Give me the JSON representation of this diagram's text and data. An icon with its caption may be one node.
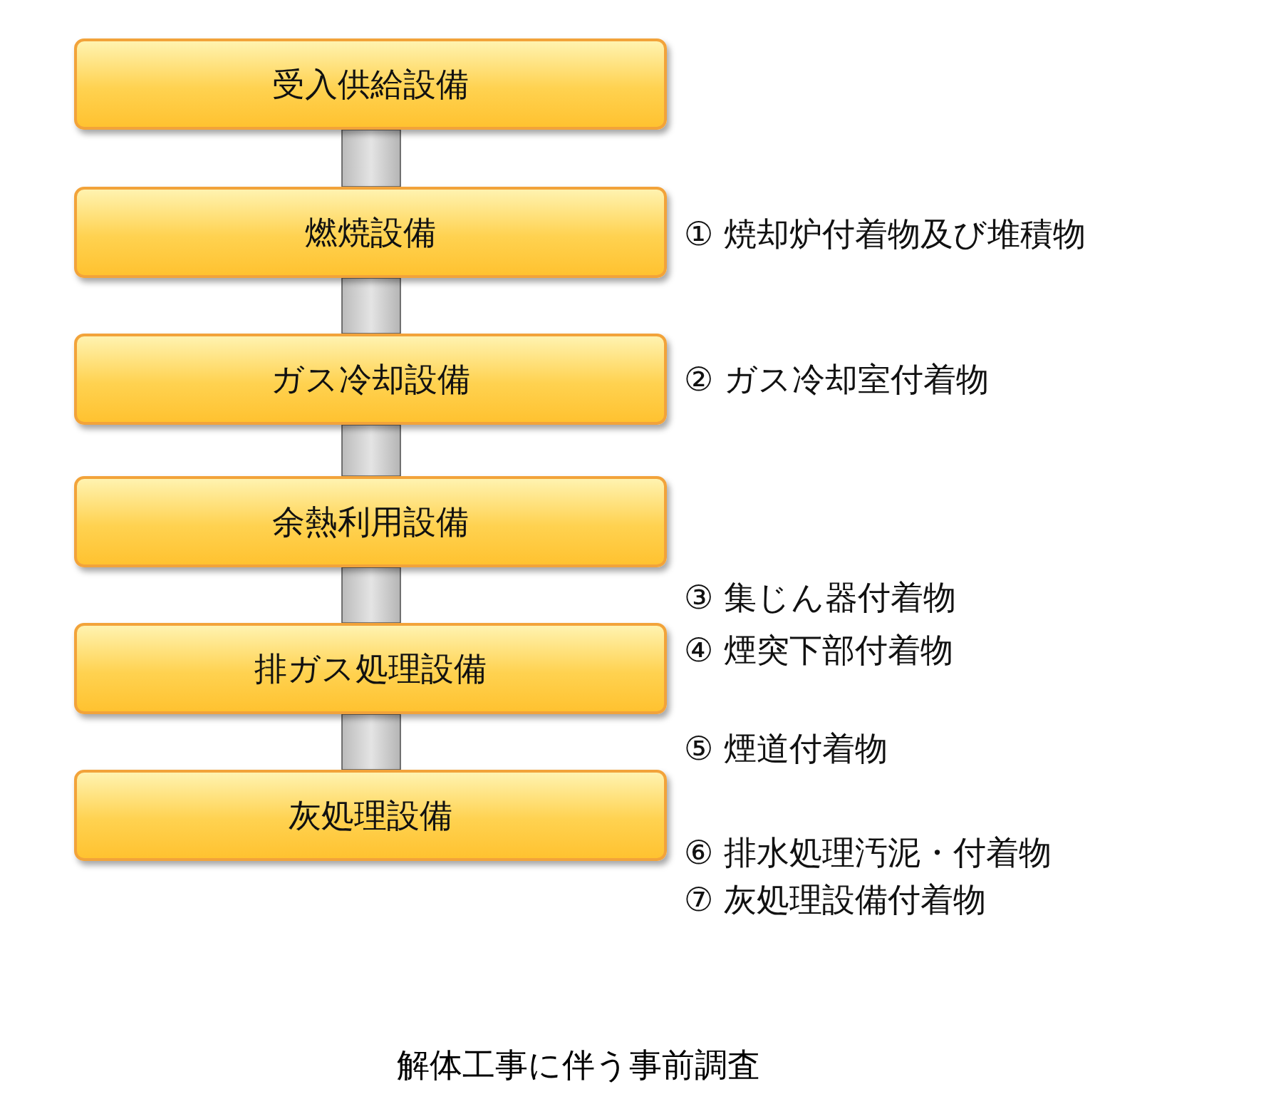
{
  "diagram": {
    "caption": "解体工事に伴う事前調査",
    "nodes": [
      {
        "text": [
          "受入供給設備"
        ]
      },
      {
        "text": [
          "燃焼設備"
        ]
      },
      {
        "text": [
          "ガス冷却設備"
        ]
      },
      {
        "text": [
          "余熱利用設備"
        ]
      },
      {
        "text": [
          "排ガス処理設備"
        ]
      },
      {
        "text": [
          "灰処理設備"
        ]
      }
    ],
    "edges": [
      {
        "from": 0,
        "to": 1,
        "arrow": "none"
      },
      {
        "from": 1,
        "to": 2,
        "arrow": "none"
      },
      {
        "from": 2,
        "to": 3,
        "arrow": "none"
      },
      {
        "from": 3,
        "to": 4,
        "arrow": "none"
      },
      {
        "from": 4,
        "to": 5,
        "arrow": "none"
      }
    ],
    "labels": [
      "① 焼却炉付着物及び堆積物",
      "② ガス冷却室付着物",
      "③ 集じん器付着物",
      "④ 煙突下部付着物",
      "⑤ 煙道付着物",
      "⑥ 排水処理汚泥・付着物",
      "⑦ 灰処理設備付着物"
    ]
  }
}
